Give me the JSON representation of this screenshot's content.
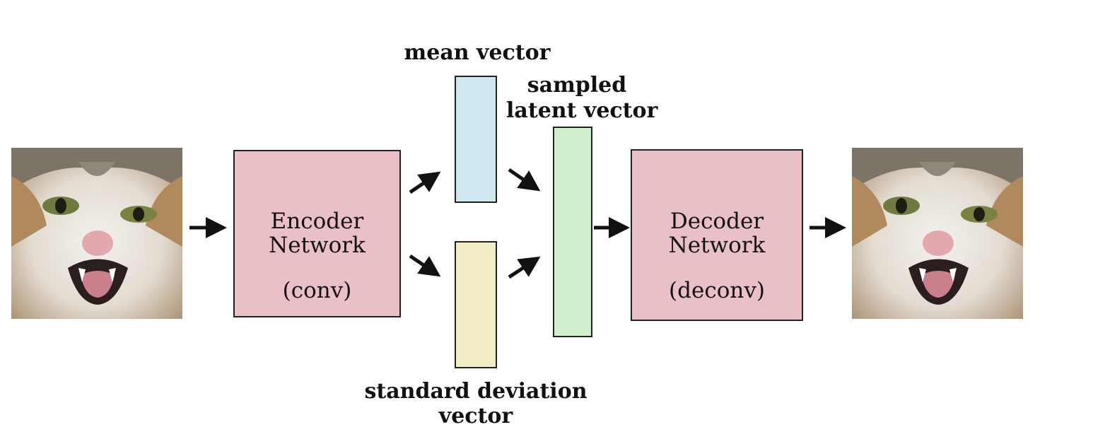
{
  "diagram": {
    "encoder": {
      "line1": "Encoder",
      "line2": "Network",
      "line3": "(conv)"
    },
    "decoder": {
      "line1": "Decoder",
      "line2": "Network",
      "line3": "(deconv)"
    },
    "mean_vector": {
      "label": "mean vector"
    },
    "std_vector": {
      "line1": "standard deviation",
      "line2": "vector"
    },
    "latent_vector": {
      "line1": "sampled",
      "line2": "latent vector"
    },
    "colors": {
      "network_fill": "#e8c0c6",
      "mean_fill": "#cde8ee",
      "std_fill": "#f2edc4",
      "latent_fill": "#cff0cc",
      "arrow": "#111111"
    },
    "images": {
      "input": "cat-photo",
      "output": "cat-photo"
    }
  }
}
